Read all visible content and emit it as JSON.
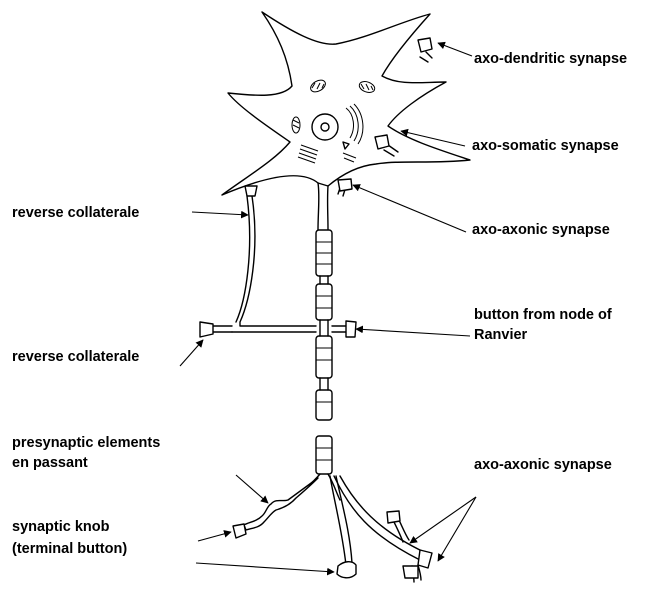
{
  "labels": {
    "axo_dendritic": "axo-dendritic synapse",
    "axo_somatic": "axo-somatic synapse",
    "axo_axonic_top": "axo-axonic synapse",
    "reverse_collaterale_top": "reverse collaterale",
    "node_button_line1": "button from node of",
    "node_button_line2": "Ranvier",
    "reverse_collaterale_bottom": "reverse collaterale",
    "presynaptic_line1": "presynaptic elements",
    "presynaptic_line2": "en passant",
    "axo_axonic_bottom": "axo-axonic synapse",
    "synaptic_knob_line1": "synaptic knob",
    "synaptic_knob_line2": "(terminal button)"
  }
}
